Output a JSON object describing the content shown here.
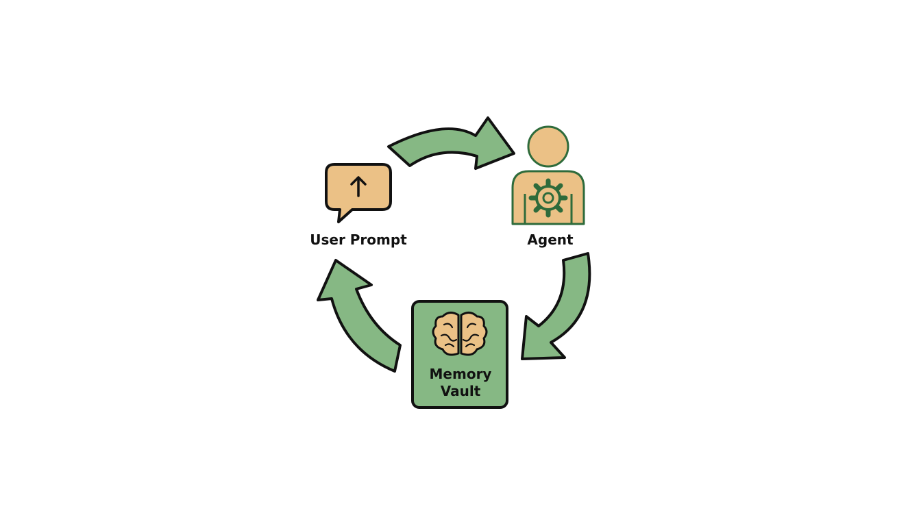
{
  "nodes": {
    "user_prompt": {
      "label": "User Prompt"
    },
    "agent": {
      "label": "Agent"
    },
    "memory_vault": {
      "line1": "Memory",
      "line2": "Vault"
    }
  },
  "colors": {
    "arrow_fill": "#86b884",
    "node_fill": "#ebc186",
    "vault_fill": "#86b884",
    "agent_stroke": "#2e6b3b",
    "outline": "#111111"
  }
}
